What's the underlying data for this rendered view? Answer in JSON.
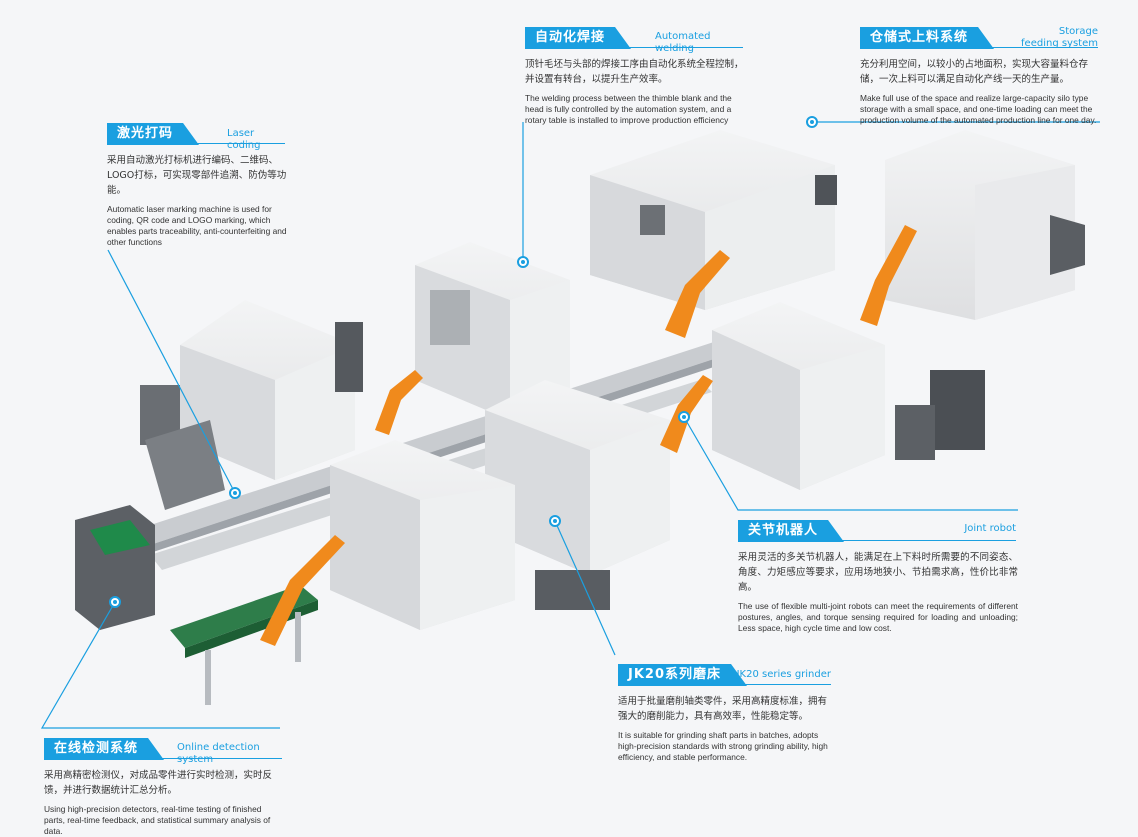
{
  "theme": {
    "accent": "#1a9fe0",
    "robot": "#f08a1c",
    "machine": "#e6e7e9",
    "dark": "#555a60"
  },
  "callouts": {
    "laser": {
      "zh_title": "激光打码",
      "en_title": "Laser coding",
      "zh_desc": "采用自动激光打标机进行编码、二维码、LOGO打标，可实现零部件追溯、防伪等功能。",
      "en_desc": "Automatic laser marking machine is used for coding, QR code and LOGO marking, which enables parts traceability, anti-counterfeiting and other functions"
    },
    "welding": {
      "zh_title": "自动化焊接",
      "en_title": "Automated welding",
      "zh_desc": "顶针毛坯与头部的焊接工序由自动化系统全程控制，并设置有转台，以提升生产效率。",
      "en_desc": "The welding process between the thimble blank and the head is fully controlled by the automation system, and a rotary table is installed to improve production efficiency"
    },
    "storage": {
      "zh_title": "仓储式上料系统",
      "en_title_line1": "Storage",
      "en_title_line2": "feeding system",
      "zh_desc": "充分利用空间，以较小的占地面积，实现大容量料仓存储，一次上料可以满足自动化产线一天的生产量。",
      "en_desc": "Make full use of the space and realize large-capacity silo type storage with a small space, and one-time loading can meet the production volume of the automated production line for one day."
    },
    "joint": {
      "zh_title": "关节机器人",
      "en_title": "Joint robot",
      "zh_desc": "采用灵活的多关节机器人，能满足在上下料时所需要的不同姿态、角度、力矩感应等要求，应用场地狭小、节拍需求高，性价比非常高。",
      "en_desc": "The use of flexible multi-joint robots can meet the requirements of different postures, angles, and torque sensing required for loading and unloading; Less space, high cycle time and low cost."
    },
    "grinder": {
      "zh_title": "JK20系列磨床",
      "en_title": "JK20 series grinder",
      "zh_desc": "适用于批量磨削轴类零件，采用高精度标准，拥有强大的磨削能力，具有高效率，性能稳定等。",
      "en_desc": "It is suitable for grinding shaft parts in batches, adopts high-precision standards with strong grinding ability, high efficiency, and stable performance."
    },
    "online": {
      "zh_title": "在线检测系统",
      "en_title": "Online detection system",
      "zh_desc": "采用高精密检测仪，对成品零件进行实时检测，实时反馈，并进行数据统计汇总分析。",
      "en_desc": "Using high-precision detectors, real-time testing of finished parts, real-time feedback, and statistical summary analysis of data."
    }
  }
}
